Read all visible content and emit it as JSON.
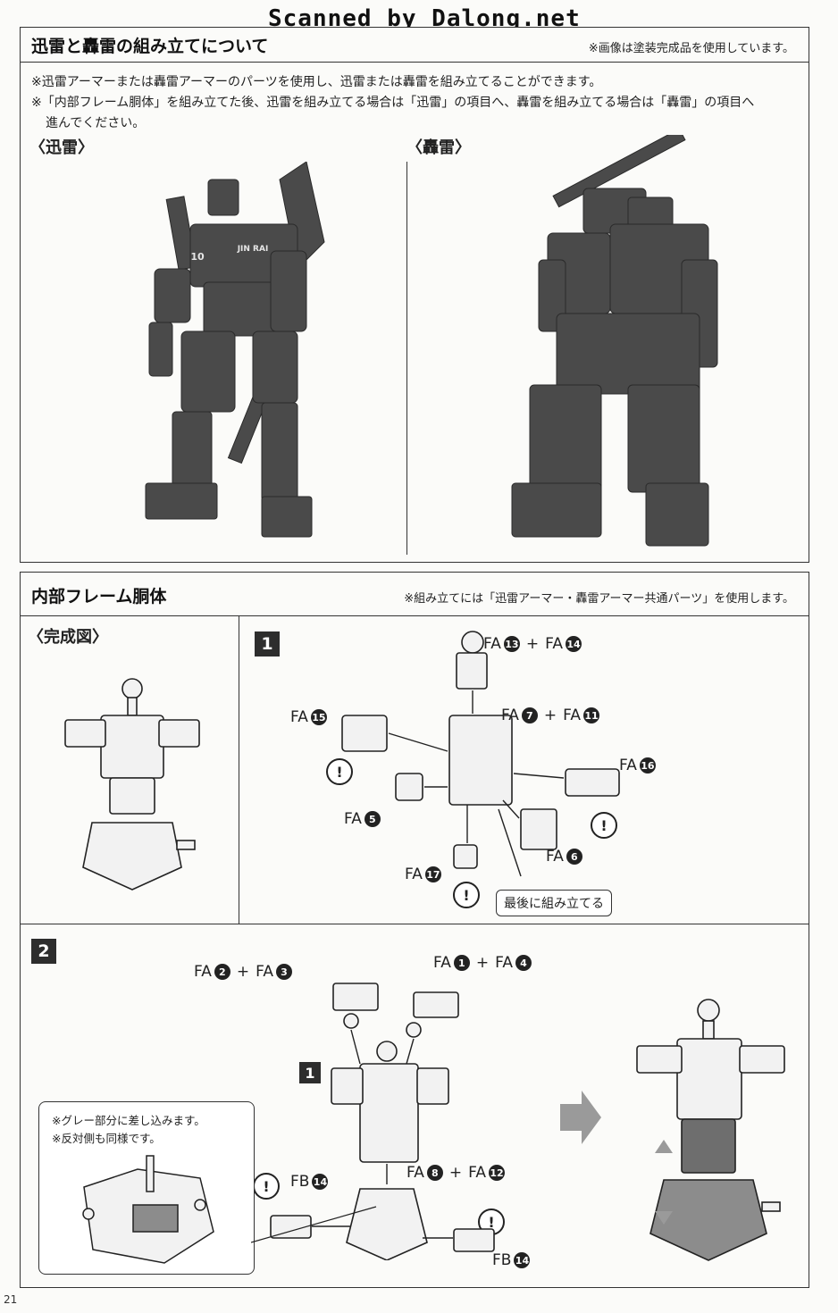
{
  "watermark": "Scanned by Dalong.net",
  "top_section": {
    "title": "迅雷と轟雷の組み立てについて",
    "note": "※画像は塗装完成品を使用しています。",
    "line1": "※迅雷アーマーまたは轟雷アーマーのパーツを使用し、迅雷または轟雷を組み立てることができます。",
    "line2": "※「内部フレーム胴体」を組み立てた後、迅雷を組み立てる場合は「迅雷」の項目へ、轟雷を組み立てる場合は「轟雷」の項目へ",
    "line3": "進んでください。",
    "left_label": "〈迅雷〉",
    "right_label": "〈轟雷〉",
    "jinrai_marking": "JIN RAI",
    "jinrai_number": "10"
  },
  "bottom_section": {
    "title": "内部フレーム胴体",
    "note": "※組み立てには「迅雷アーマー・轟雷アーマー共通パーツ」を使用します。",
    "complete_label": "〈完成図〉",
    "step1": {
      "number": "1",
      "callout": "最後に組み立てる",
      "parts": [
        {
          "prefix": "FA",
          "n1": "13",
          "plus": "+",
          "prefix2": "FA",
          "n2": "14"
        },
        {
          "prefix": "FA",
          "n1": "7",
          "plus": "+",
          "prefix2": "FA",
          "n2": "11"
        },
        {
          "prefix": "FA",
          "n1": "15"
        },
        {
          "prefix": "FA",
          "n1": "16"
        },
        {
          "prefix": "FA",
          "n1": "5"
        },
        {
          "prefix": "FA",
          "n1": "6"
        },
        {
          "prefix": "FA",
          "n1": "17"
        }
      ]
    },
    "step2": {
      "number": "2",
      "inner_step": "1",
      "note1": "※グレー部分に差し込みます。",
      "note2": "※反対側も同様です。",
      "parts": [
        {
          "prefix": "FA",
          "n1": "2",
          "plus": "+",
          "prefix2": "FA",
          "n2": "3"
        },
        {
          "prefix": "FA",
          "n1": "1",
          "plus": "+",
          "prefix2": "FA",
          "n2": "4"
        },
        {
          "prefix": "FA",
          "n1": "8",
          "plus": "+",
          "prefix2": "FA",
          "n2": "12"
        },
        {
          "prefix": "FB",
          "n1": "14"
        },
        {
          "prefix": "FB",
          "n1": "14"
        }
      ]
    }
  },
  "warning_glyph": "!",
  "page_number": "21"
}
